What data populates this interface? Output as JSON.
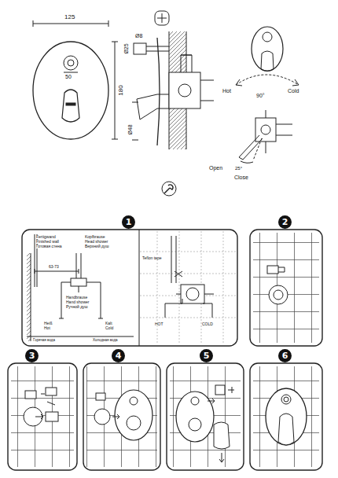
{
  "diagram": {
    "nodes": [
      {
        "text": [
          "1"
        ]
      },
      {
        "text": [
          "2"
        ]
      },
      {
        "text": [
          "3"
        ]
      },
      {
        "text": [
          "4"
        ]
      },
      {
        "text": [
          "5"
        ]
      },
      {
        "text": [
          "6"
        ]
      }
    ],
    "labels": [
      "125",
      "Ø8",
      "Ø25",
      "50",
      "180",
      "Ø48",
      "Hot",
      "Cold",
      "90°",
      "Open",
      "25°",
      "Close",
      "Fertigwand",
      "Finished wall",
      "Готовая стена",
      "63-73",
      "Kopfbrause",
      "Head shower",
      "Верхний душ",
      "Handbrause",
      "Hand shower",
      "Ручной душ",
      "Heiß",
      "Hot",
      "Горячая вода",
      "Kalt",
      "Cold",
      "Холодная вода",
      "Teflon tape",
      "HOT",
      "COLD"
    ]
  }
}
